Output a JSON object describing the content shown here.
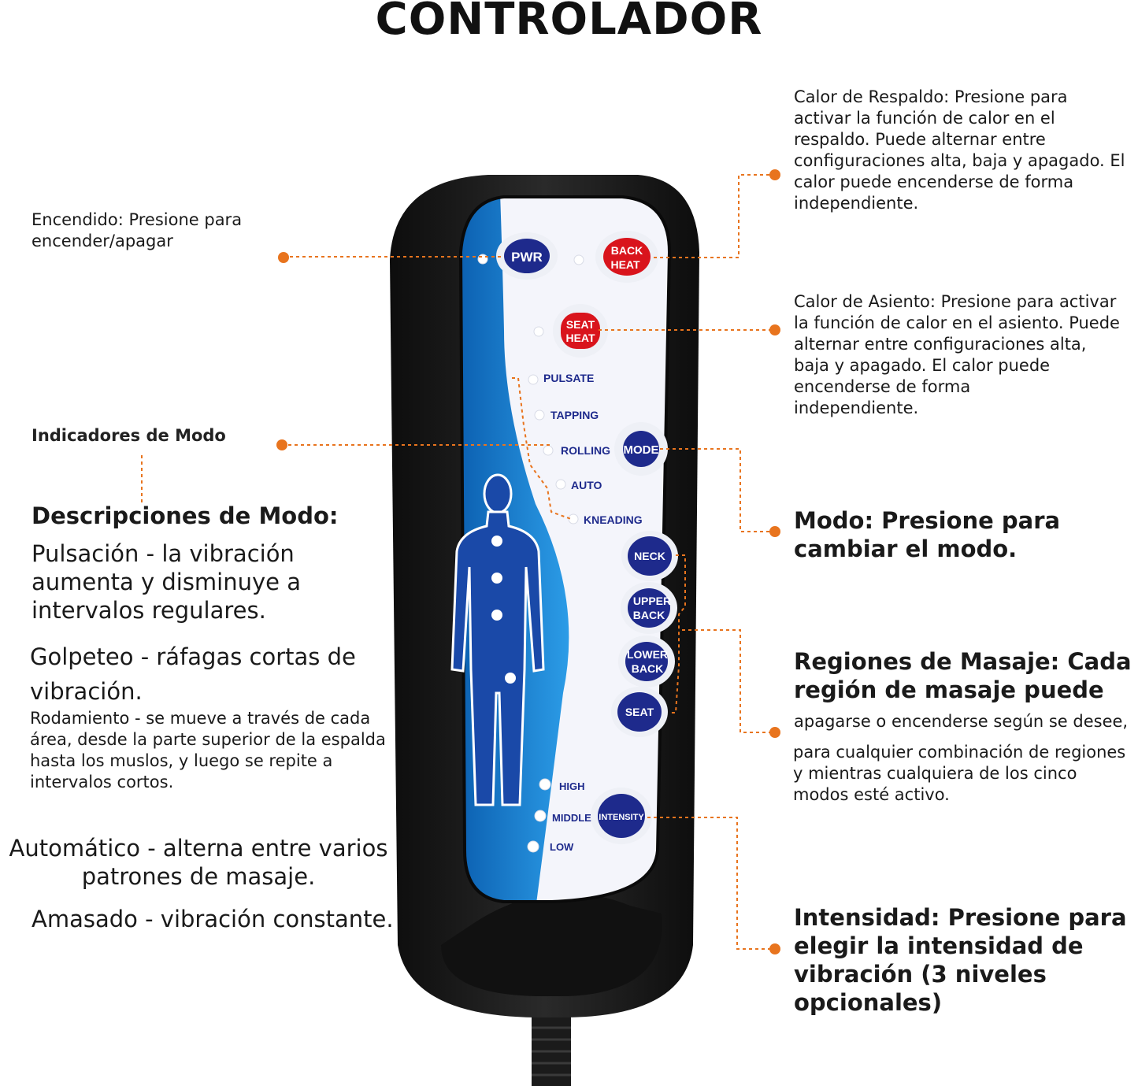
{
  "title": "CONTROLADOR",
  "annotations": {
    "power": "Encendido: Presione para\nencender/apagar",
    "back_heat": "Calor de Respaldo: Presione para\nactivar la función de calor en el\nrespaldo. Puede alternar entre\nconfiguraciones alta, baja y apagado. El\ncalor puede encenderse de forma\nindependiente.",
    "seat_heat": "Calor de Asiento: Presione para activar\nla función de calor en el asiento. Puede\nalternar entre configuraciones alta,\nbaja y apagado. El calor puede\nencenderse de forma\nindependiente.",
    "mode_indicators": "Indicadores de Modo",
    "mode": "Modo: Presione para\ncambiar el modo.",
    "regions_title": "Regiones de Masaje: Cada\nregión de masaje puede",
    "regions_line1": "apagarse o encenderse según se desee,",
    "regions_rest": "para cualquier combinación de regiones\ny mientras cualquiera de los cinco\nmodos esté activo.",
    "intensity": "Intensidad: Presione para\nelegir la intensidad de\nvibración (3 niveles\nopcionales)"
  },
  "mode_descriptions": {
    "heading": "Descripciones de Modo:",
    "pulsate": "Pulsación - la vibración\naumenta y disminuye a\nintervalos regulares.",
    "tapping": "Golpeteo - ráfagas cortas de\nvibración.",
    "rolling": "Rodamiento - se mueve a través de cada\nárea, desde la parte superior de la espalda\nhasta los muslos, y luego se repite a\nintervalos cortos.",
    "auto": "Automático - alterna entre varios\npatrones de masaje.",
    "kneading": "Amasado - vibración constante."
  },
  "remote": {
    "pwr": "PWR",
    "back_heat": [
      "BACK",
      "HEAT"
    ],
    "seat_heat": [
      "SEAT",
      "HEAT"
    ],
    "modes": [
      "PULSATE",
      "TAPPING",
      "ROLLING",
      "AUTO",
      "KNEADING"
    ],
    "mode_btn": "MODE",
    "neck": "NECK",
    "upper_back": [
      "UPPER",
      "BACK"
    ],
    "lower_back": [
      "LOWER",
      "BACK"
    ],
    "seat": "SEAT",
    "levels": [
      "HIGH",
      "MIDDLE",
      "LOW"
    ],
    "intensity": "INTENSITY"
  },
  "colors": {
    "accent": "#e8741e",
    "button_blue": "#1e2a8c",
    "button_red": "#d9141c",
    "panel_blue": "#1f86d6"
  }
}
